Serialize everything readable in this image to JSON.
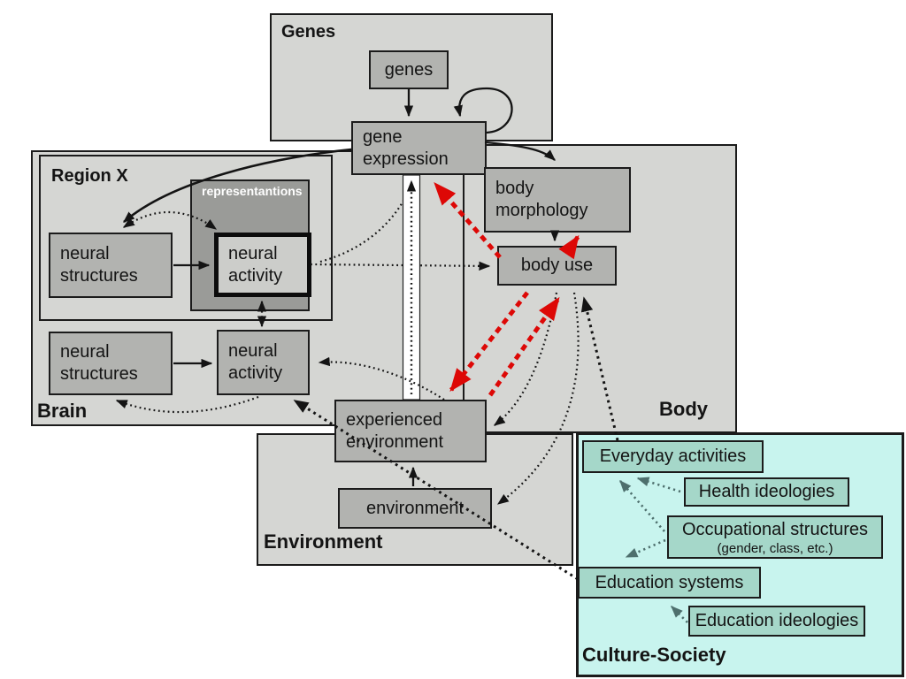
{
  "genes": {
    "region_label": "Genes",
    "genes_box": "genes",
    "gene_expression_l1": "gene",
    "gene_expression_l2": "expression"
  },
  "brain": {
    "region_label": "Brain",
    "region_x_label": "Region X",
    "representations_label": "representantions",
    "neural_l1": "neural",
    "structures_l2": "structures",
    "activity_l2": "activity"
  },
  "body": {
    "region_label": "Body",
    "morph_l1": "body",
    "morph_l2": "morphology",
    "body_use": "body use"
  },
  "environment": {
    "region_label": "Environment",
    "environment_box": "environment",
    "exp_l1": "experienced",
    "exp_l2": "environment"
  },
  "culture": {
    "region_label": "Culture-Society",
    "everyday": "Everyday activities",
    "health": "Health ideologies",
    "occupational_l1": "Occupational structures",
    "occupational_l2": "(gender, class, etc.)",
    "education_systems": "Education systems",
    "education_ideologies": "Education ideologies"
  },
  "colors": {
    "region_fill": "#d5d6d3",
    "inner_box_fill": "#b2b3b0",
    "representations_fill": "#9a9b98",
    "neural_activity_top_fill": "#cccdca",
    "culture_background": "#c8f4ee",
    "culture_box_fill": "#a5d7c9",
    "red_arrow": "#dd0806",
    "black_arrow": "#141414",
    "culture_arrow": "#4e6f6d"
  },
  "connections": [
    {
      "from": "genes",
      "to": "gene expression",
      "style": "solid-black"
    },
    {
      "from": "gene expression",
      "to": "gene expression",
      "style": "solid-black-selfloop"
    },
    {
      "from": "gene expression",
      "to": "neural structures (region x)",
      "style": "solid-black"
    },
    {
      "from": "gene expression",
      "to": "body morphology",
      "style": "solid-black"
    },
    {
      "from": "neural structures (region x)",
      "to": "neural activity (region x)",
      "style": "solid-black"
    },
    {
      "from": "neural structures (brain)",
      "to": "neural activity (brain)",
      "style": "solid-black"
    },
    {
      "from": "body morphology",
      "to": "body use",
      "style": "solid-black"
    },
    {
      "from": "environment",
      "to": "experienced environment",
      "style": "solid-black"
    },
    {
      "from": "neural structures (region x)",
      "to": "neural activity (region x)",
      "style": "dotted-black-bidirectional-arc"
    },
    {
      "from": "neural activity (brain)",
      "to": "neural structures (brain)",
      "style": "dotted-black-arc"
    },
    {
      "from": "neural activity (region x)",
      "to": "neural activity (brain)",
      "style": "dotted-black-bidirectional"
    },
    {
      "from": "neural activity (region x)",
      "to": "body use",
      "style": "dotted-black"
    },
    {
      "from": "neural activity (region x)",
      "to": "gene expression",
      "style": "dotted-black"
    },
    {
      "from": "experienced environment",
      "to": "gene expression",
      "style": "dotted-black-channel"
    },
    {
      "from": "experienced environment",
      "to": "neural activity (brain)",
      "style": "dotted-black"
    },
    {
      "from": "body use",
      "to": "experienced environment",
      "style": "dotted-black"
    },
    {
      "from": "body use",
      "to": "environment",
      "style": "dotted-black"
    },
    {
      "from": "Everyday activities",
      "to": "body use",
      "style": "dotted-black-thick"
    },
    {
      "from": "Education systems",
      "to": "neural activity (brain)",
      "style": "dotted-black-thick"
    },
    {
      "from": "body use",
      "to": "gene expression",
      "style": "dashed-red"
    },
    {
      "from": "body use",
      "to": "body morphology",
      "style": "dashed-red"
    },
    {
      "from": "body use",
      "to": "experienced environment",
      "style": "dashed-red"
    },
    {
      "from": "experienced environment",
      "to": "body use",
      "style": "dashed-red"
    },
    {
      "from": "Health ideologies",
      "to": "Everyday activities",
      "style": "dotted-teal"
    },
    {
      "from": "Occupational structures",
      "to": "Everyday activities",
      "style": "dotted-teal"
    },
    {
      "from": "Occupational structures",
      "to": "Education systems",
      "style": "dotted-teal"
    },
    {
      "from": "Education ideologies",
      "to": "Education systems",
      "style": "dotted-teal"
    }
  ]
}
